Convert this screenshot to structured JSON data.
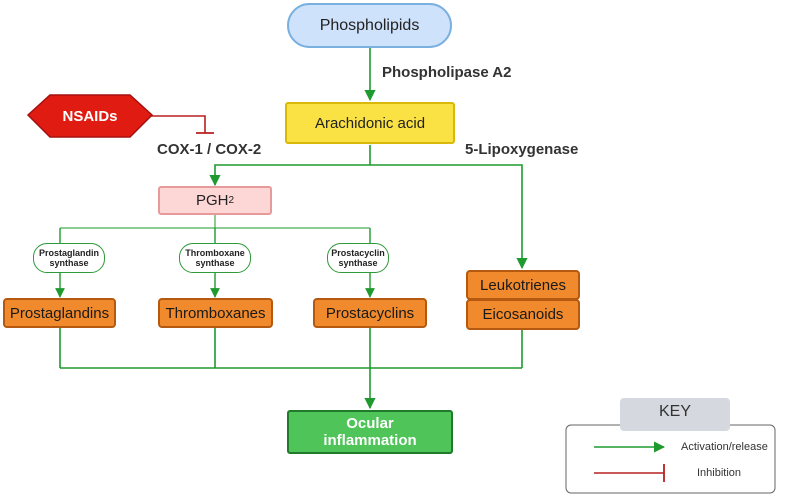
{
  "nodes": {
    "phospholipids": "Phospholipids",
    "arachidonic_acid": "Arachidonic acid",
    "nsaids": "NSAIDs",
    "pgh2": "PGH",
    "pgh2_sub": "2",
    "prostaglandin_synthase": "Prostaglandin synthase",
    "thromboxane_synthase": "Thromboxane synthase",
    "prostacyclin_synthase": "Prostacyclin synthase",
    "prostaglandins": "Prostaglandins",
    "thromboxanes": "Thromboxanes",
    "prostacyclins": "Prostacyclins",
    "leukotrienes": "Leukotrienes",
    "eicosanoids": "Eicosanoids",
    "ocular_inflammation": "Ocular inflammation"
  },
  "labels": {
    "phospholipase": "Phospholipase A2",
    "cox": "COX-1 / COX-2",
    "lipoxygenase": "5-Lipoxygenase"
  },
  "key": {
    "title": "KEY",
    "activation": "Activation/release",
    "inhibition": "Inhibition"
  },
  "colors": {
    "activation": "#1e9a2e",
    "inhibition": "#b82020"
  }
}
